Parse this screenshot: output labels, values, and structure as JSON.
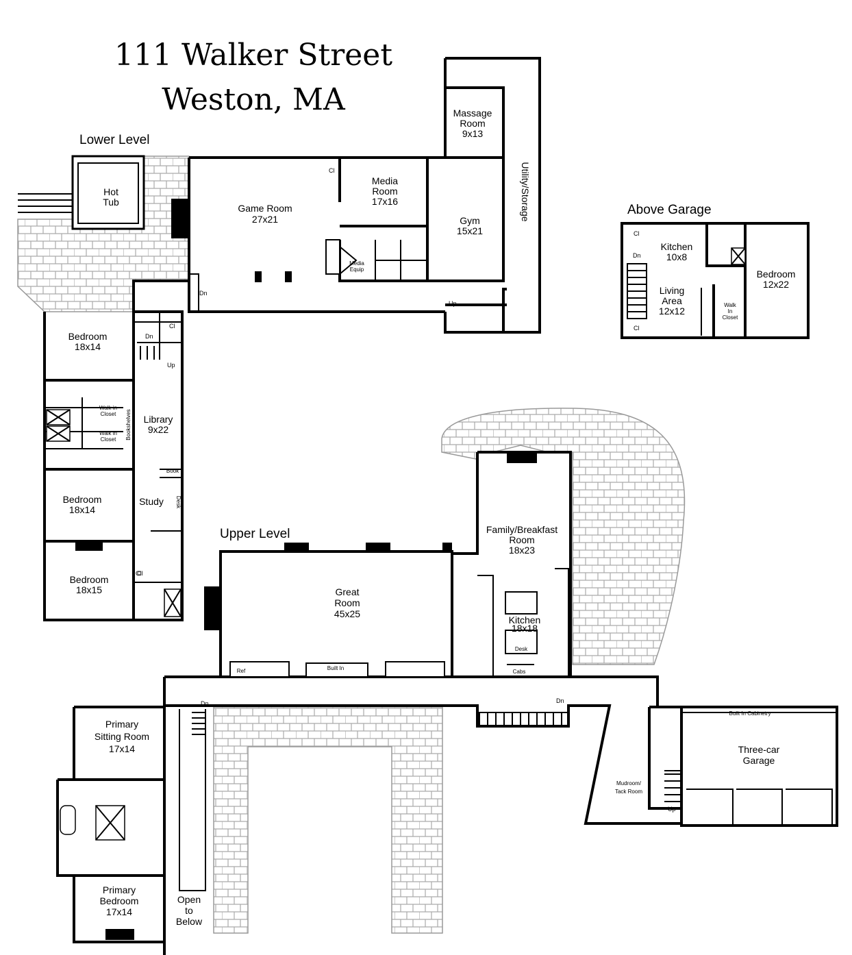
{
  "title": {
    "line1": "111 Walker Street",
    "line2": "Weston, MA"
  },
  "sections": {
    "lower": "Lower Level",
    "upper": "Upper Level",
    "garage_above": "Above Garage"
  },
  "rooms": {
    "hot_tub": [
      "Hot",
      "Tub"
    ],
    "game_room": [
      "Game Room",
      "27x21"
    ],
    "media_room": [
      "Media",
      "Room",
      "17x16"
    ],
    "massage_room": [
      "Massage",
      "Room",
      "9x13"
    ],
    "gym": [
      "Gym",
      "15x21"
    ],
    "utility": "Utility/Storage",
    "media_equip": [
      "Media",
      "Equip"
    ],
    "bedroom_1": [
      "Bedroom",
      "18x14"
    ],
    "bedroom_2": [
      "Bedroom",
      "18x14"
    ],
    "bedroom_3": [
      "Bedroom",
      "18x15"
    ],
    "library": [
      "Library",
      "9x22"
    ],
    "study": "Study",
    "walk_in_closet": [
      "Walk in",
      "Closet"
    ],
    "bookshelves": "Bookshelves",
    "desk": "Desk",
    "book": "Book",
    "great_room": [
      "Great",
      "Room",
      "45x25"
    ],
    "family_room": [
      "Family/Breakfast",
      "Room",
      "18x23"
    ],
    "kitchen": [
      "Kitchen",
      "18x18"
    ],
    "desk2": "Desk",
    "cabs": "Cabs",
    "built_in": "Built In",
    "ref": "Ref",
    "primary_sitting": [
      "Primary",
      "Sitting Room",
      "17x14"
    ],
    "primary_bedroom": [
      "Primary",
      "Bedroom",
      "17x14"
    ],
    "open_below": [
      "Open",
      "to",
      "Below"
    ],
    "mudroom": [
      "Mudroom/",
      "Tack Room"
    ],
    "garage": [
      "Three-car",
      "Garage"
    ],
    "built_in_cab": "Built In Cabinetry",
    "ag_kitchen": [
      "Kitchen",
      "10x8"
    ],
    "ag_living": [
      "Living",
      "Area",
      "12x12"
    ],
    "ag_bedroom": [
      "Bedroom",
      "12x22"
    ],
    "ag_closet": [
      "Walk",
      "In",
      "Closet"
    ]
  },
  "labels": {
    "cl": "Cl",
    "dn": "Dn",
    "up": "Up"
  }
}
